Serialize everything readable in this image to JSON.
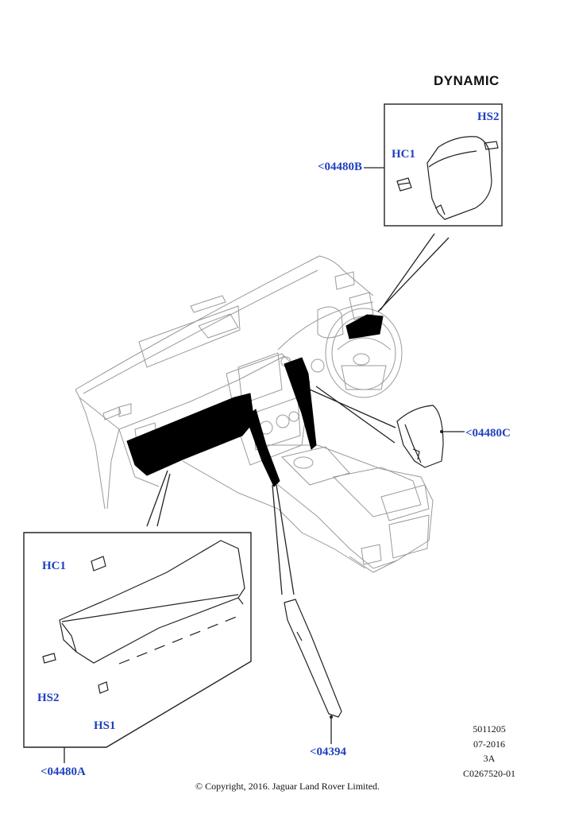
{
  "variant_title": "DYNAMIC",
  "callouts": {
    "box_b": "<04480B",
    "box_b_hc1": "HC1",
    "box_b_hs2": "HS2",
    "part_c": "<04480C",
    "box_a": "<04480A",
    "box_a_hc1": "HC1",
    "box_a_hs2": "HS2",
    "box_a_hs1": "HS1",
    "part_04394": "<04394"
  },
  "reference": {
    "line1": "5011205",
    "line2": "07-2016",
    "line3": "3A",
    "line4": "C0267520-01"
  },
  "copyright": "© Copyright, 2016. Jaguar Land Rover Limited.",
  "colors": {
    "callout_text": "#1f3fbf",
    "line_art": "#222222",
    "highlight_fill": "#000000"
  }
}
